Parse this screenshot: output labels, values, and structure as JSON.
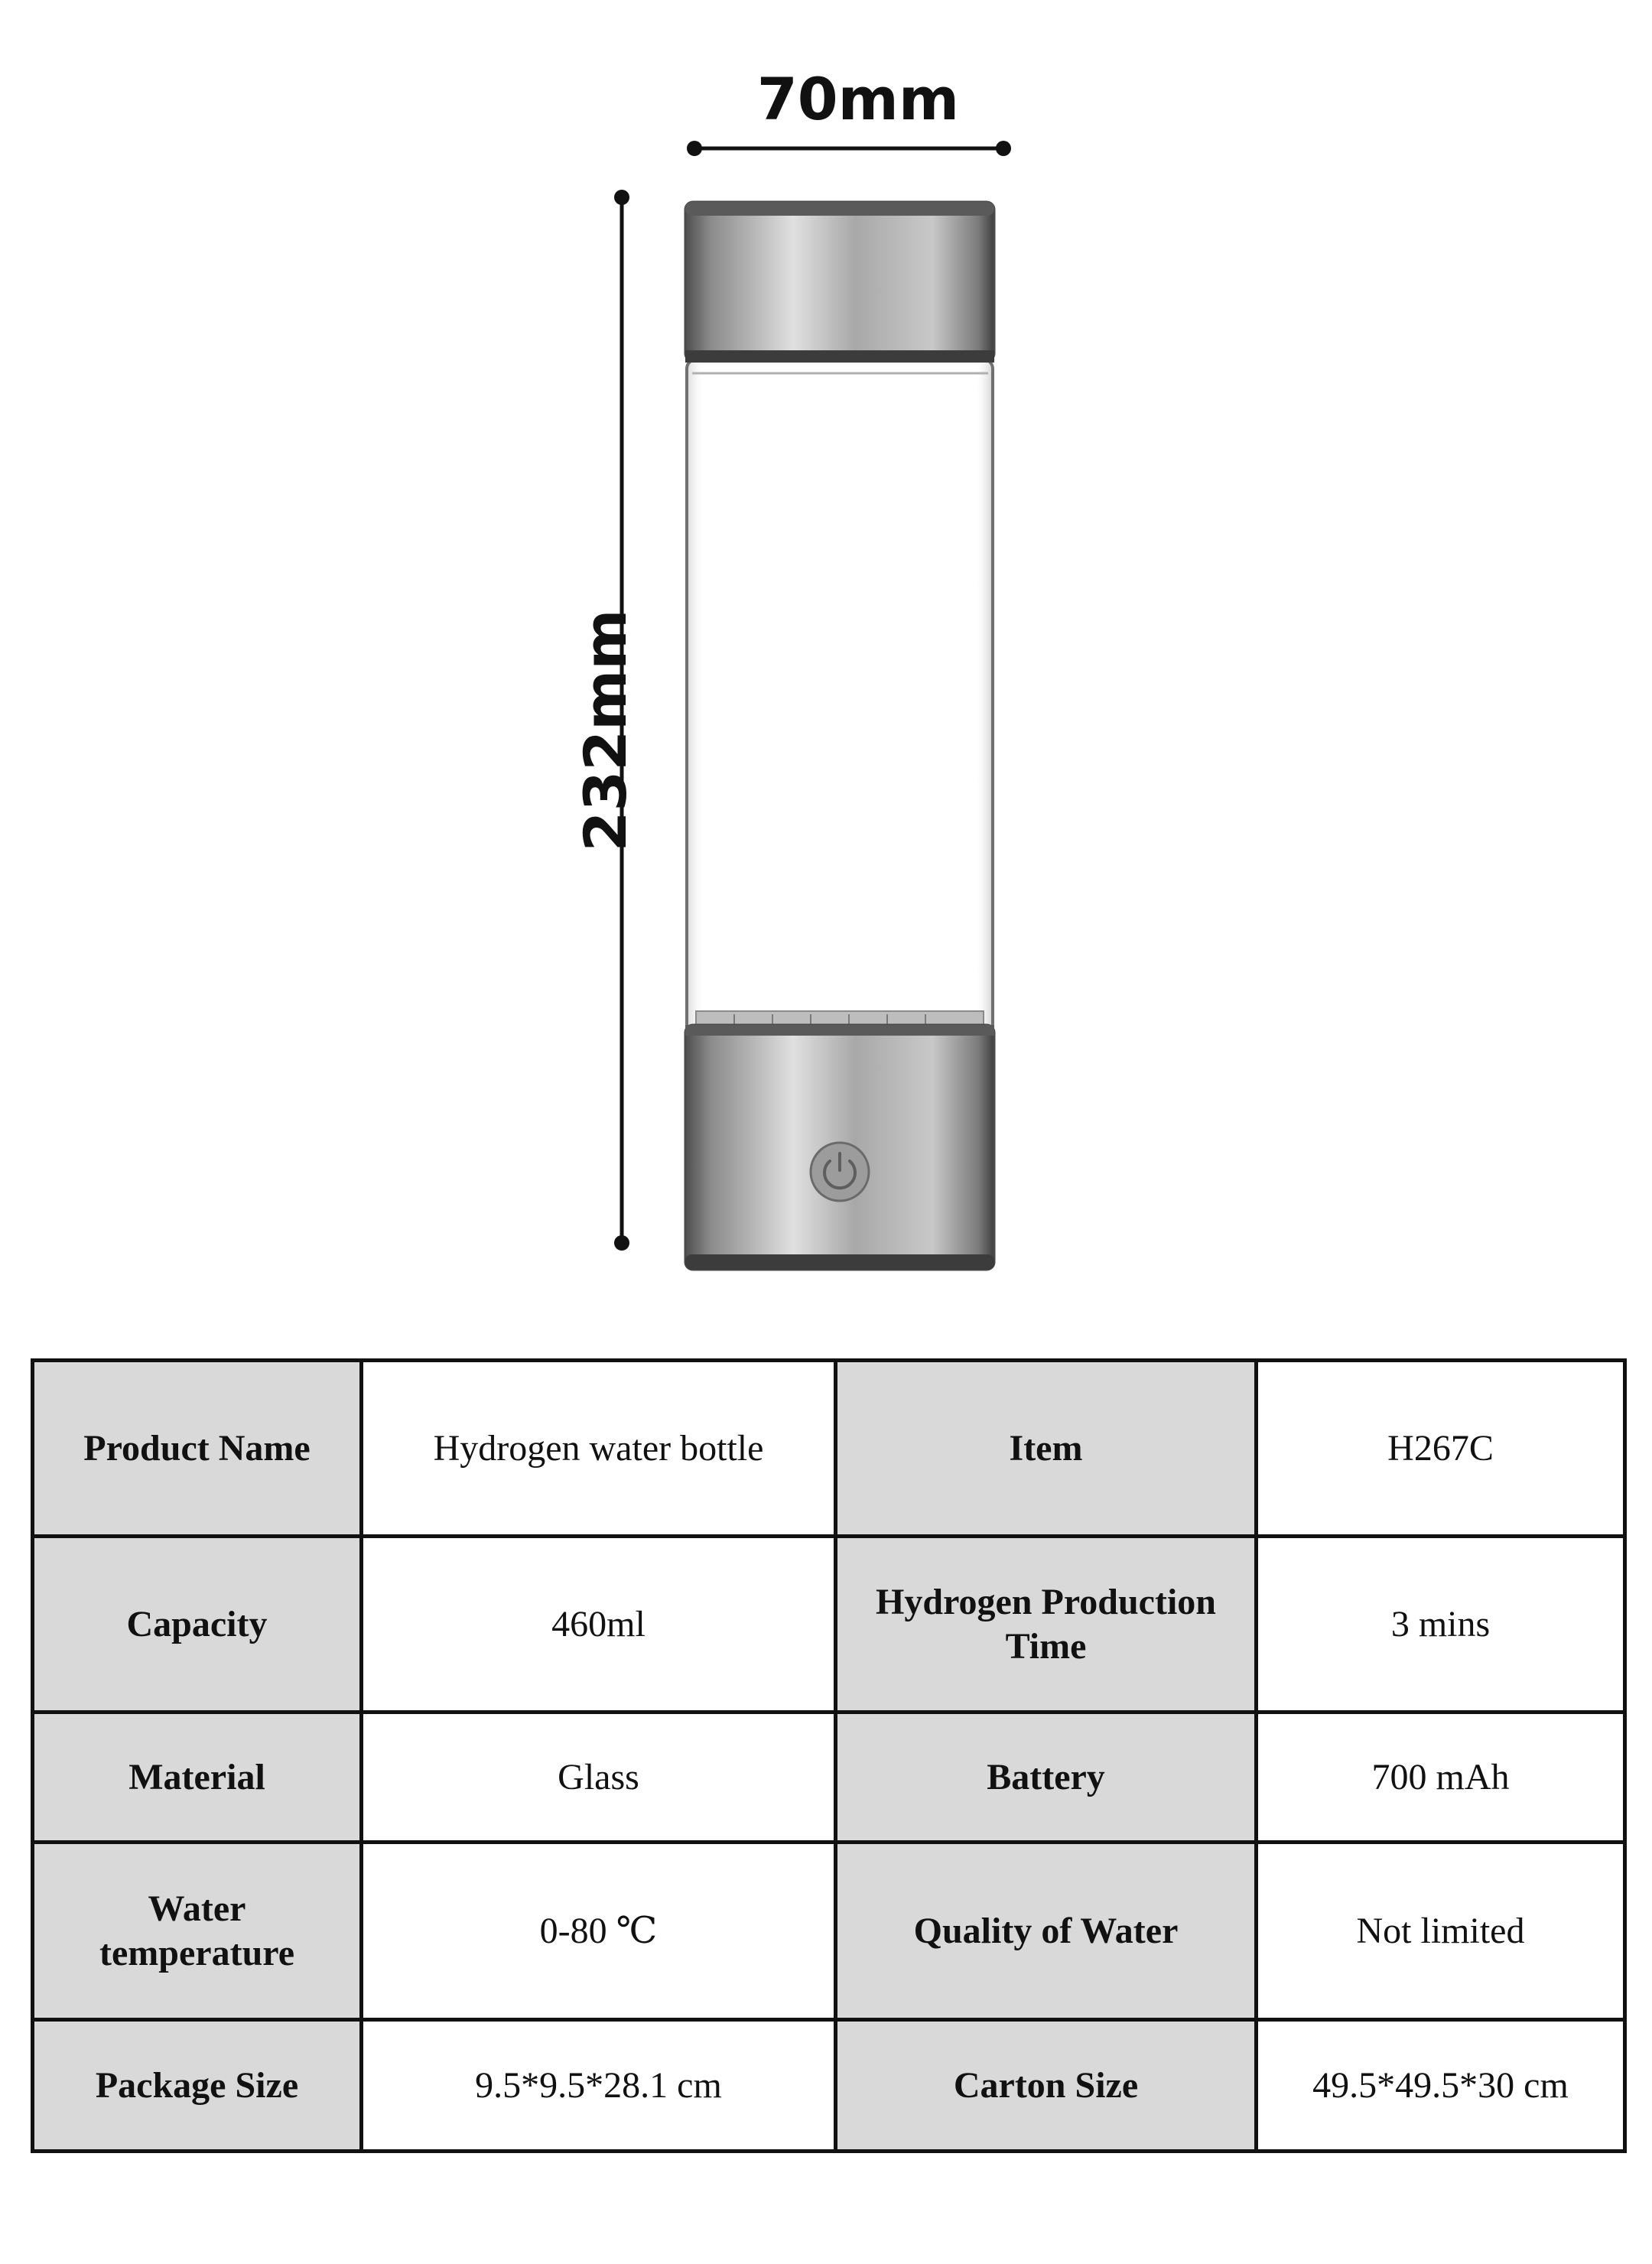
{
  "dimensions": {
    "width_label": "70mm",
    "height_label": "232mm"
  },
  "product_image": {
    "icons": [
      "power-icon"
    ],
    "colors": {
      "steel_light": "#d4d4d4",
      "steel_mid": "#9a9a9a",
      "steel_dark": "#5a5a5a",
      "glass_edge": "#6f6f6f"
    }
  },
  "spec_table": {
    "rows": [
      {
        "label1": "Product Name",
        "value1": "Hydrogen water bottle",
        "label2": "Item",
        "value2": "H267C"
      },
      {
        "label1": "Capacity",
        "value1": "460ml",
        "label2": "Hydrogen Production Time",
        "value2": "3 mins"
      },
      {
        "label1": "Material",
        "value1": "Glass",
        "label2": "Battery",
        "value2": "700 mAh"
      },
      {
        "label1": "Water temperature",
        "value1": "0-80 ℃",
        "label2": "Quality of Water",
        "value2": "Not limited"
      },
      {
        "label1": "Package Size",
        "value1": "9.5*9.5*28.1 cm",
        "label2": "Carton Size",
        "value2": "49.5*49.5*30 cm"
      }
    ],
    "colors": {
      "label_bg": "#d9d9d9",
      "border": "#111111"
    }
  }
}
